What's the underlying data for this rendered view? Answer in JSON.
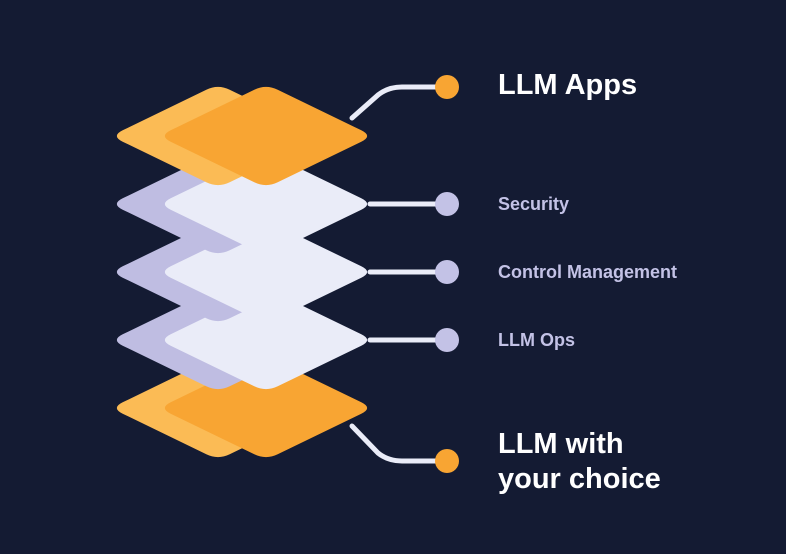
{
  "layers": [
    {
      "key": "apps",
      "label": "LLM Apps",
      "tone": "accent"
    },
    {
      "key": "security",
      "label": "Security",
      "tone": "muted"
    },
    {
      "key": "control",
      "label": "Control Management",
      "tone": "muted"
    },
    {
      "key": "ops",
      "label": "LLM Ops",
      "tone": "muted"
    },
    {
      "key": "llm",
      "label_line1": "LLM with",
      "label_line2": "your choice",
      "tone": "accent"
    }
  ],
  "colors": {
    "background": "#141b33",
    "accent_front": "#f8a533",
    "accent_back": "#fbbb55",
    "muted_front": "#eaecf8",
    "muted_back": "#bfbde2",
    "muted_dot": "#c3c2e6",
    "connector": "#eaecf8",
    "major_text": "#ffffff",
    "minor_text": "#c3c2e6"
  }
}
